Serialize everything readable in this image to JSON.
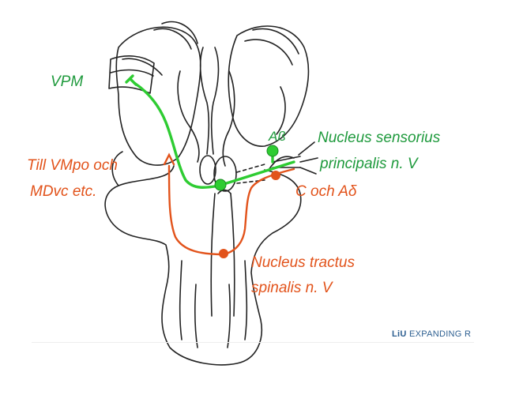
{
  "labels": {
    "vpm": "VPM",
    "ab": "Aß",
    "nucleus_sensorius_line1": "Nucleus sensorius",
    "nucleus_sensorius_line2": "principalis n. V",
    "till_line1": "Till VMpo och",
    "till_line2": "MDvc etc.",
    "c_och_ad": "C och Aδ",
    "tractus_line1": "Nucleus tractus",
    "tractus_line2": "spinalis n. V"
  },
  "logo": {
    "mark": "LiU",
    "text": "EXPANDING R"
  },
  "colors": {
    "green_path": "#2ecc32",
    "green_text": "#1f9a3d",
    "orange_path": "#e2531b",
    "outline": "#222222"
  }
}
